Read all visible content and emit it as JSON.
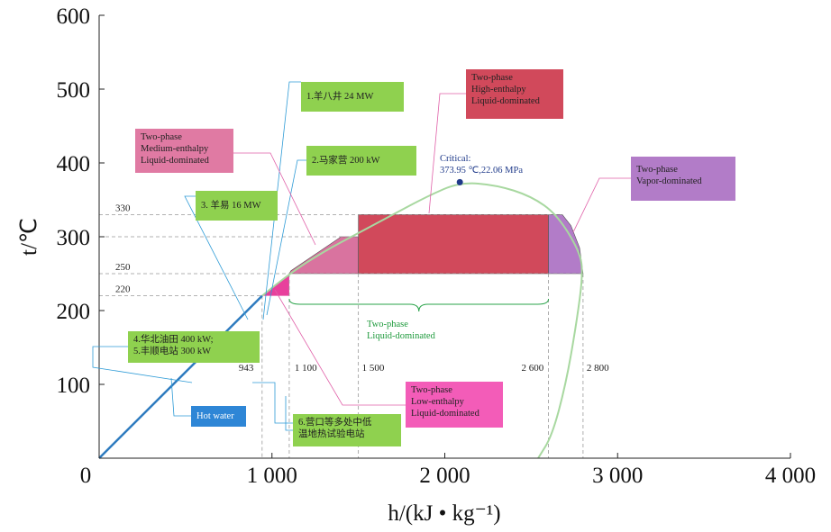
{
  "chart_data": {
    "type": "area",
    "xlabel": "h/(kJ • kg⁻¹)",
    "ylabel": "t/℃",
    "xlim": [
      0,
      4000
    ],
    "ylim": [
      0,
      600
    ],
    "x_ticks": [
      0,
      1000,
      2000,
      3000,
      4000
    ],
    "x_tick_labels": [
      "0",
      "1 000",
      "2 000",
      "3 000",
      "4 000"
    ],
    "y_ticks": [
      100,
      200,
      300,
      400,
      500,
      600
    ],
    "y_tick_labels": [
      "100",
      "200",
      "300",
      "400",
      "500",
      "600"
    ],
    "ref_temps": [
      {
        "value": 330,
        "label": "330"
      },
      {
        "value": 250,
        "label": "250"
      },
      {
        "value": 220,
        "label": "220"
      }
    ],
    "ref_enthalpies": [
      {
        "value": 943,
        "label": "943"
      },
      {
        "value": 1100,
        "label": "1 100"
      },
      {
        "value": 1500,
        "label": "1 500"
      },
      {
        "value": 2600,
        "label": "2 600"
      },
      {
        "value": 2800,
        "label": "2 800"
      }
    ],
    "hot_water_line": {
      "x": [
        0,
        943
      ],
      "y": [
        0,
        220
      ]
    },
    "saturation_curve": {
      "x": [
        943,
        1100,
        1300,
        1500,
        1700,
        1900,
        2087,
        2300,
        2500,
        2650,
        2780,
        2800,
        2760,
        2700,
        2620,
        2540
      ],
      "y": [
        220,
        250,
        280,
        305,
        330,
        355,
        374,
        370,
        355,
        330,
        280,
        250,
        180,
        100,
        30,
        0
      ]
    },
    "critical_point": {
      "h": 2087,
      "t": 373.95,
      "label": "Critical:\n373.95 ℃,22.06 MPa"
    },
    "regions": [
      {
        "name": "low_enthalpy",
        "h": [
          943,
          1100
        ],
        "t": [
          220,
          250
        ],
        "color": "#e8409c"
      },
      {
        "name": "medium_enthalpy",
        "h": [
          1100,
          1500
        ],
        "t": [
          250,
          300
        ],
        "color": "#d9739f"
      },
      {
        "name": "high_enthalpy",
        "h": [
          1500,
          2600
        ],
        "t": [
          250,
          330
        ],
        "color": "#d1495b"
      },
      {
        "name": "vapor",
        "h": [
          2600,
          2800
        ],
        "t": [
          250,
          330
        ],
        "color": "#b27cc8"
      }
    ]
  },
  "labels": {
    "two_phase_liquid": "Two-phase\nLiquid-dominated",
    "critical": "Critical:\n373.95 ℃,22.06 MPa"
  },
  "boxes": {
    "yangbajing": "1.羊八井 24 MW",
    "majiaying": "2.马家营 200 kW",
    "yangyi": "3. 羊易 16 MW",
    "huabei": "4.华北油田 400 kW;\n5.丰顺电站 300 kW",
    "yingkou": "6.营口等多处中低\n温地热试验电站",
    "hot_water": "Hot water",
    "medium": "Two-phase\nMedium-enthalpy\nLiquid-dominated",
    "high": "Two-phase\nHigh-enthalpy\nLiquid-dominated",
    "vapor": "Two-phase\nVapor-dominated",
    "low": "Two-phase\nLow-enthalpy\nLiquid-dominated"
  },
  "colors": {
    "axis": "#222222",
    "saturation": "#a8d8a0",
    "hot_water": "#2e7bbf",
    "label_green": "#8fd14f",
    "connector_blue": "#2e9bd6",
    "connector_pink": "#e060a8"
  }
}
